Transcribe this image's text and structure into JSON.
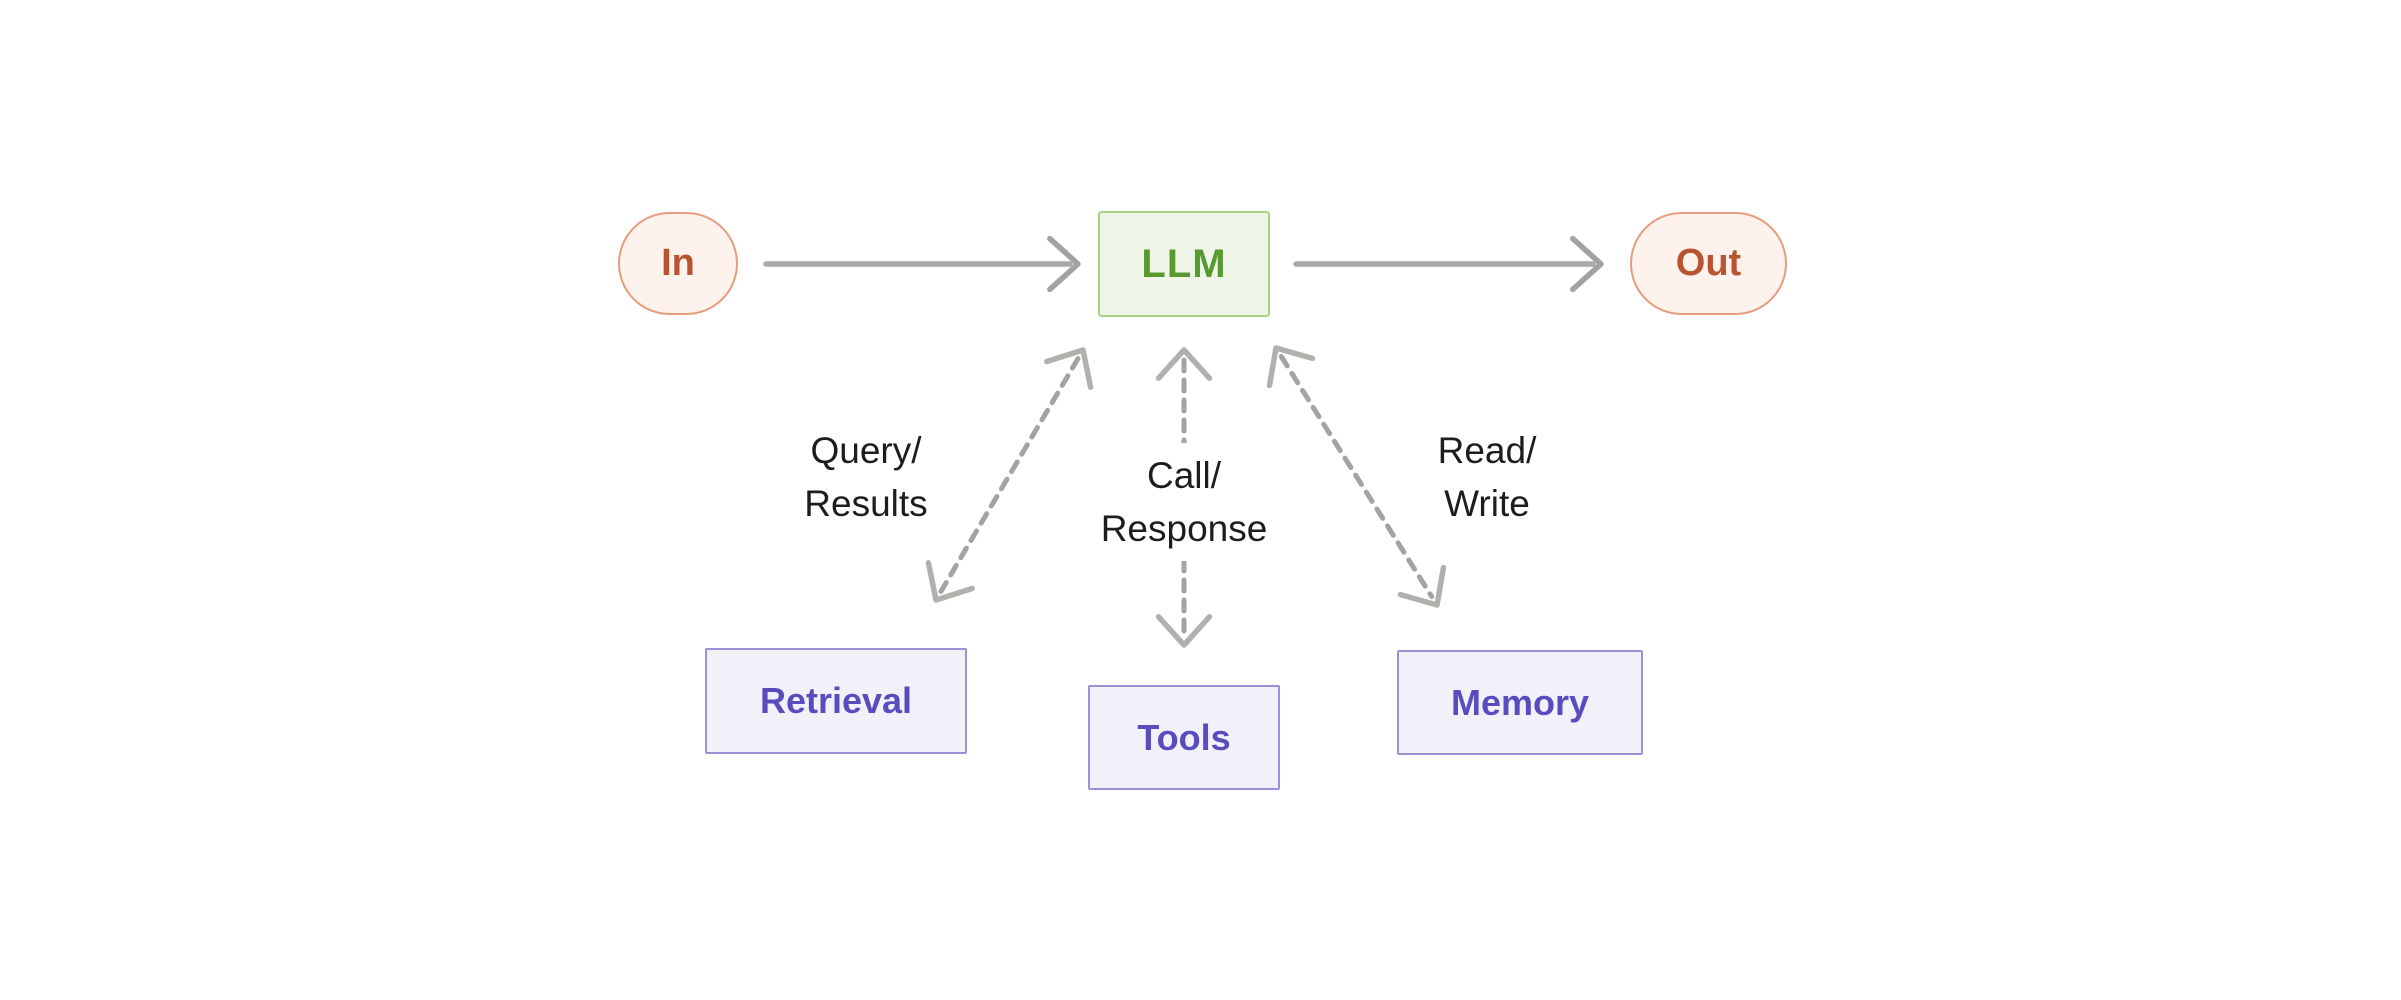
{
  "diagram": {
    "title": "LLM augmentation diagram",
    "background_color": "#ffffff",
    "nodes": {
      "in": {
        "label": "In",
        "shape": "pill",
        "text_color": "#b85430",
        "fill": "#fdf2ec",
        "border": "#e69c7f"
      },
      "llm": {
        "label": "LLM",
        "shape": "rect",
        "text_color": "#579a31",
        "fill": "#eff6e8",
        "border": "#a6d284"
      },
      "out": {
        "label": "Out",
        "shape": "pill",
        "text_color": "#b85430",
        "fill": "#fdf2ec",
        "border": "#e69c7f"
      },
      "retrieval": {
        "label": "Retrieval",
        "shape": "rect",
        "text_color": "#594dbe",
        "fill": "#f2f1fa",
        "border": "#9b91d6"
      },
      "tools": {
        "label": "Tools",
        "shape": "rect",
        "text_color": "#594dbe",
        "fill": "#f2f1fa",
        "border": "#9b91d6"
      },
      "memory": {
        "label": "Memory",
        "shape": "rect",
        "text_color": "#594dbe",
        "fill": "#f2f1fa",
        "border": "#9b91d6"
      }
    },
    "edges": [
      {
        "from": "In",
        "to": "LLM",
        "style": "solid",
        "label": ""
      },
      {
        "from": "LLM",
        "to": "Out",
        "style": "solid",
        "label": ""
      },
      {
        "from": "LLM",
        "to": "Retrieval",
        "style": "dashed-two-headed",
        "label": "Query/\nResults"
      },
      {
        "from": "LLM",
        "to": "Tools",
        "style": "dashed-two-headed",
        "label": "Call/\nResponse"
      },
      {
        "from": "LLM",
        "to": "Memory",
        "style": "dashed-two-headed",
        "label": "Read/\nWrite"
      }
    ],
    "arrow_colors": {
      "solid_shaft": "#a8a8a8",
      "solid_head": "#a2a2a0",
      "dashed_shaft": "#a3a39f",
      "dashed_head": "#b0b0ac"
    },
    "label_text_color": "#1d1d1b"
  }
}
